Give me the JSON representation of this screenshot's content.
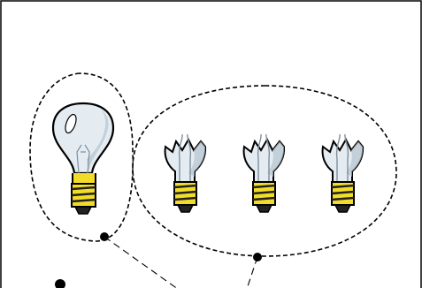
{
  "figure": {
    "groups": [
      {
        "name": "intact-bulb-group",
        "bulb_count": 1,
        "bulb_state": "intact"
      },
      {
        "name": "broken-bulb-group",
        "bulb_count": 3,
        "bulb_state": "broken"
      }
    ],
    "icons": [
      "intact-light-bulb-icon",
      "broken-light-bulb-icon"
    ],
    "colors": {
      "outline": "#000000",
      "glass": "#e4ecf2",
      "glass_shadow": "#b7c4cf",
      "base_yellow": "#f2dc2a",
      "base_dark": "#222222",
      "background": "#ffffff"
    }
  }
}
